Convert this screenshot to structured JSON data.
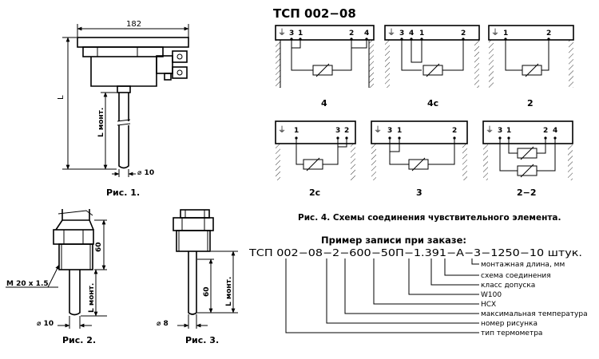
{
  "title": "ТСП 002−08",
  "fig1": {
    "caption": "Рис. 1.",
    "width_dim": "182",
    "len_total": "L",
    "len_mount": "L монт.",
    "diameter": "⌀ 10"
  },
  "fig2": {
    "caption": "Рис. 2.",
    "thread": "M 20 x 1.5",
    "dim60": "60",
    "len_mount": "L монт.",
    "diameter": "⌀ 10"
  },
  "fig3": {
    "caption": "Рис. 3.",
    "dim60": "60",
    "len_mount": "L монт.",
    "diameter": "⌀ 8"
  },
  "schemes": {
    "caption": "Рис. 4. Схемы соединения чувствительного элемента.",
    "items": [
      {
        "label": "4",
        "terminals": [
          "3",
          "1",
          "2",
          "4"
        ]
      },
      {
        "label": "4с",
        "terminals": [
          "3",
          "4",
          "1",
          "2"
        ]
      },
      {
        "label": "2",
        "terminals": [
          "1",
          "2"
        ]
      },
      {
        "label": "2с",
        "terminals": [
          "1",
          "3",
          "2"
        ]
      },
      {
        "label": "3",
        "terminals": [
          "3",
          "1",
          "2"
        ]
      },
      {
        "label": "2−2",
        "terminals": [
          "3",
          "1",
          "2",
          "4"
        ]
      }
    ]
  },
  "order_example": {
    "heading": "Пример записи при заказе:",
    "code": "ТСП 002−08−2−600−50П−1.391−А−3−1250−10 штук.",
    "legend": [
      "монтажная длина, мм",
      "схема соединения",
      "класс допуска",
      "W100",
      "НСХ",
      "максимальная температура",
      "номер рисунка",
      "тип термометра"
    ]
  }
}
